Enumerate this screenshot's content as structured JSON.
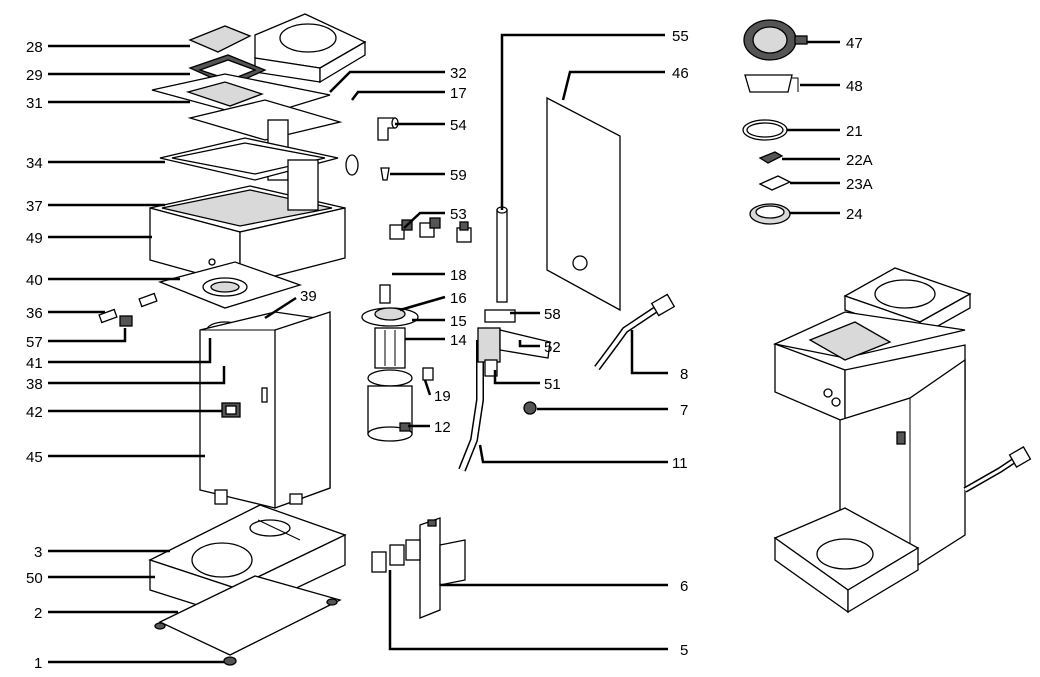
{
  "diagram": {
    "labels": {
      "l28": "28",
      "l29": "29",
      "l31": "31",
      "l34": "34",
      "l37": "37",
      "l49": "49",
      "l40": "40",
      "l36": "36",
      "l57": "57",
      "l41": "41",
      "l38": "38",
      "l42": "42",
      "l45": "45",
      "l3": "3",
      "l50": "50",
      "l2": "2",
      "l1": "1",
      "l32": "32",
      "l17": "17",
      "l54": "54",
      "l59": "59",
      "l53": "53",
      "l18": "18",
      "l16": "16",
      "l15": "15",
      "l14": "14",
      "l39": "39",
      "l19": "19",
      "l12": "12",
      "l55": "55",
      "l46": "46",
      "l58": "58",
      "l52": "52",
      "l51": "51",
      "l8": "8",
      "l7": "7",
      "l11": "11",
      "l6": "6",
      "l5": "5",
      "l47": "47",
      "l48": "48",
      "l21": "21",
      "l22a": "22A",
      "l23a": "23A",
      "l24": "24"
    }
  }
}
